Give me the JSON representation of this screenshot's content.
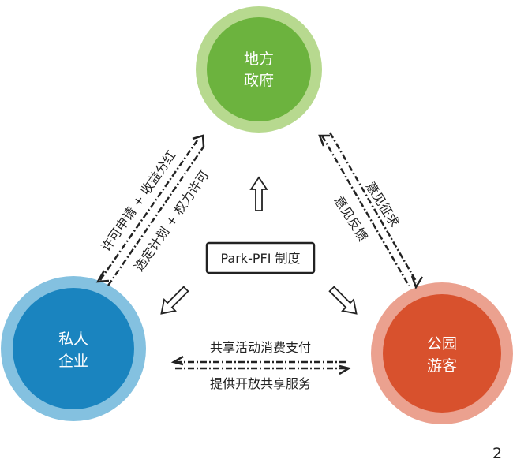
{
  "nodes": {
    "government": {
      "line1": "地方",
      "line2": "政府",
      "ring_color": "#b7d98f",
      "fill_color": "#6cb33e"
    },
    "enterprise": {
      "line1": "私人",
      "line2": "企业",
      "ring_color": "#84c1e0",
      "fill_color": "#1a84bf"
    },
    "visitors": {
      "line1": "公园",
      "line2": "游客",
      "ring_color": "#eba18f",
      "fill_color": "#d8512d"
    }
  },
  "center_box": {
    "label": "Park-PFI 制度"
  },
  "edges": {
    "gov_enterprise": {
      "upper": "许可申请 + 收益分红",
      "lower": "选定计划 + 权力许可"
    },
    "gov_visitors": {
      "upper": "意见征求",
      "lower": "意见反馈"
    },
    "enterprise_visitors": {
      "upper": "共享活动消费支付",
      "lower": "提供开放共享服务"
    }
  },
  "figure_number": "2"
}
